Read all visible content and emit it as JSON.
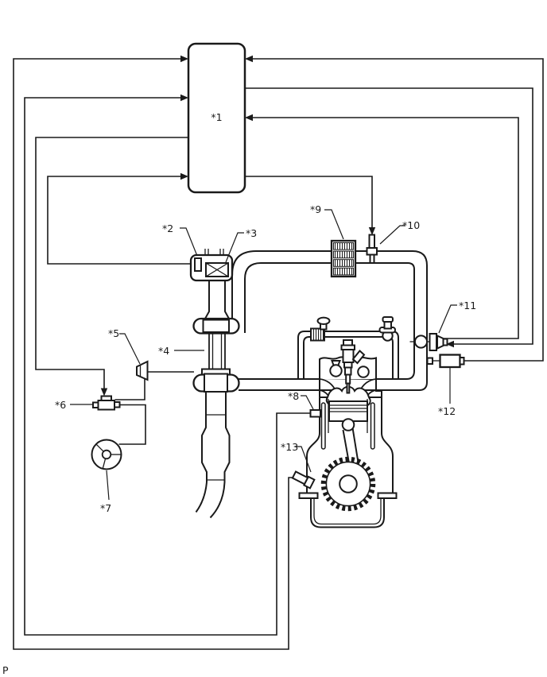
{
  "diagram": {
    "kind": "engine-emission-system-diagram",
    "footnote": "P",
    "colors": {
      "line": "#1a1a1a",
      "background": "#ffffff"
    },
    "callouts": [
      "*1",
      "*2",
      "*3",
      "*4",
      "*5",
      "*6",
      "*7",
      "*8",
      "*9",
      "*10",
      "*11",
      "*12",
      "*13"
    ]
  }
}
